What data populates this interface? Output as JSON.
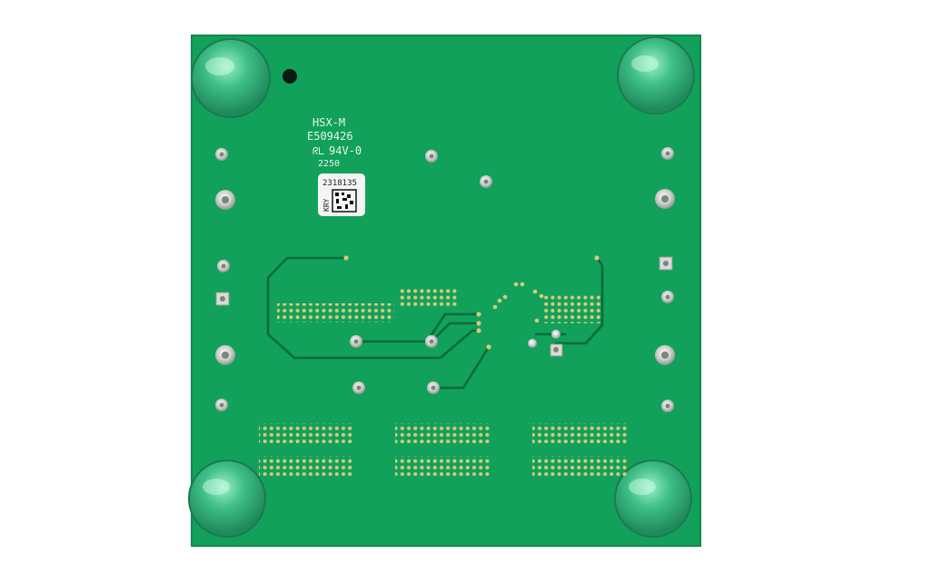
{
  "board": {
    "silkscreen": {
      "part": "HSX-M",
      "ul_file": "E509426",
      "ul_mark": "ᖇᒪ",
      "flammability": "94V-0",
      "date_code": "2250"
    },
    "label": {
      "number": "2318135",
      "code": "KRY"
    }
  },
  "colors": {
    "background": "#ffffff",
    "solder_mask": "#11a15a",
    "trace": "#0b6b3a",
    "pad": "#cfc27a",
    "via": "#d9dcd6",
    "bumper": "#3fbf86"
  }
}
